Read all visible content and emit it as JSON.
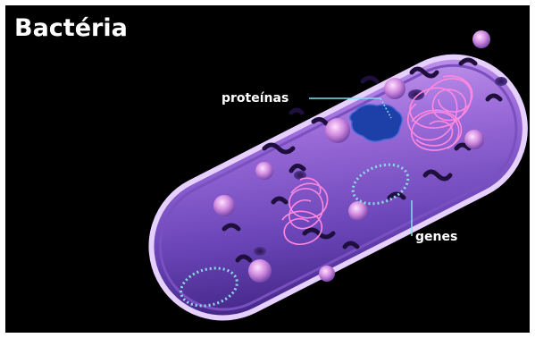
{
  "figure": {
    "title": "Bactéria",
    "labels": {
      "proteins": "proteínas",
      "genes": "genes"
    }
  },
  "colors": {
    "background": "#000000",
    "cell_body": "#8a5fd0",
    "cell_highlight": "#d8b8ff",
    "membrane_edge": "#e6d0ff",
    "dna": "#ff88e0",
    "protein": "#1d3fa8",
    "leader_line": "#7fe2f0",
    "text": "#ffffff"
  }
}
